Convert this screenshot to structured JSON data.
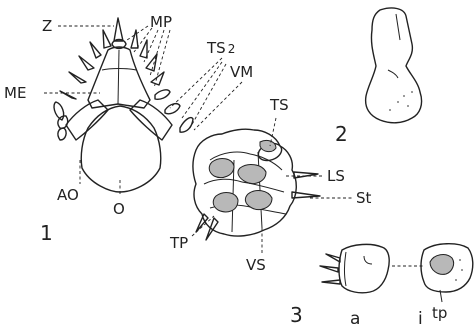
{
  "figure_numbers": {
    "fig1": "1",
    "fig2": "2",
    "fig3": "3"
  },
  "labels": {
    "Z": "Z",
    "MP": "MP",
    "TS2_main": "TS",
    "TS2_sub": "2",
    "VM": "VM",
    "ME": "ME",
    "TS": "TS",
    "AO": "AO",
    "O": "O",
    "LS": "LS",
    "St": "St",
    "TP": "TP",
    "VS": "VS",
    "a": "a",
    "i": "i",
    "tp": "tp"
  }
}
